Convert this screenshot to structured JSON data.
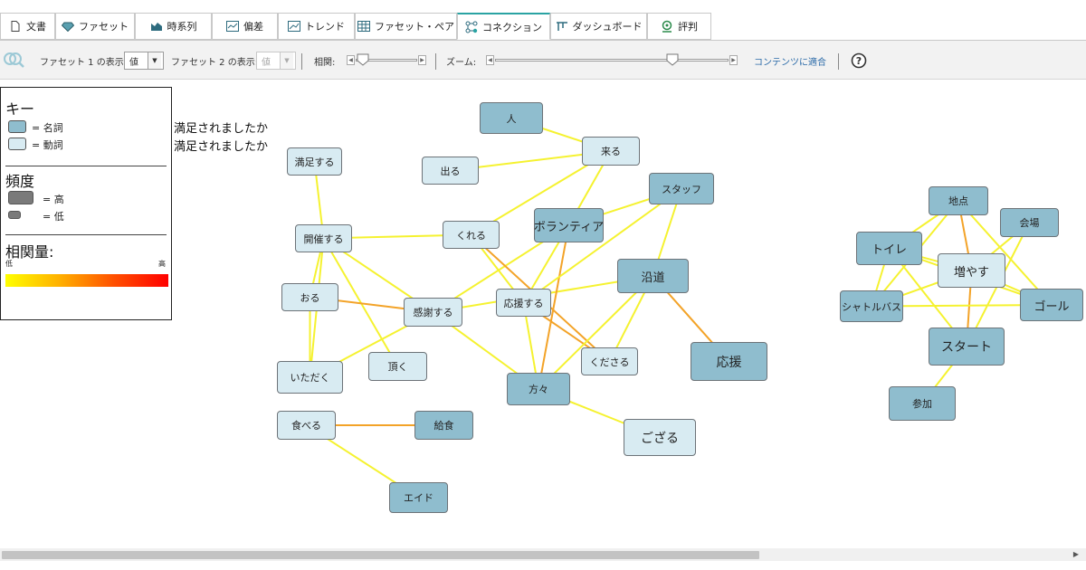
{
  "tabs": [
    {
      "label": "文書",
      "icon": "document-icon"
    },
    {
      "label": "ファセット",
      "icon": "gem-icon"
    },
    {
      "label": "時系列",
      "icon": "area-chart-icon"
    },
    {
      "label": "偏差",
      "icon": "deviation-chart-icon"
    },
    {
      "label": "トレンド",
      "icon": "trend-chart-icon"
    },
    {
      "label": "ファセット・ペア",
      "icon": "grid-table-icon"
    },
    {
      "label": "コネクション",
      "icon": "connection-icon"
    },
    {
      "label": "ダッシュボード",
      "icon": "dashboard-icon"
    },
    {
      "label": "評判",
      "icon": "reputation-icon"
    }
  ],
  "active_tab": "コネクション",
  "toolbar": {
    "facet1_label": "ファセット 1 の表示:",
    "facet1_value": "値",
    "facet2_label": "ファセット 2 の表示:",
    "facet2_value": "値",
    "correlation_label": "相関:",
    "correlation_level": 0.12,
    "zoom_label": "ズーム:",
    "zoom_level": 0.76,
    "fit_link": "コンテンツに適合",
    "help": "?"
  },
  "legend": {
    "key_title": "キー",
    "noun_label": "= 名詞",
    "verb_label": "= 動詞",
    "freq_title": "頻度",
    "high_label": "= 高",
    "low_label": "= 低",
    "corr_title": "相関量:",
    "corr_low": "低",
    "corr_high": "高",
    "colors": {
      "noun": "#8fbdce",
      "verb": "#d8ebf2",
      "low": "#ffff00",
      "high": "#ff0000"
    }
  },
  "annotations": [
    "満足されましたか",
    "満足されましたか"
  ],
  "edge_colors": {
    "yellow": "#f5f230",
    "orange": "#f3a328"
  },
  "nodes": [
    {
      "id": "hito",
      "label": "人",
      "type": "noun"
    },
    {
      "id": "kuru",
      "label": "来る",
      "type": "verb"
    },
    {
      "id": "deru",
      "label": "出る",
      "type": "verb"
    },
    {
      "id": "manzoku",
      "label": "満足する",
      "type": "verb"
    },
    {
      "id": "staff",
      "label": "スタッフ",
      "type": "noun"
    },
    {
      "id": "volunteer",
      "label": "ボランティア",
      "type": "noun"
    },
    {
      "id": "kureru",
      "label": "くれる",
      "type": "verb"
    },
    {
      "id": "kaisai",
      "label": "開催する",
      "type": "verb"
    },
    {
      "id": "endo",
      "label": "沿道",
      "type": "noun"
    },
    {
      "id": "oru",
      "label": "おる",
      "type": "verb"
    },
    {
      "id": "kansha",
      "label": "感謝する",
      "type": "verb"
    },
    {
      "id": "oen_v",
      "label": "応援する",
      "type": "verb"
    },
    {
      "id": "kudasaru",
      "label": "くださる",
      "type": "verb"
    },
    {
      "id": "oen_n",
      "label": "応援",
      "type": "noun"
    },
    {
      "id": "itadaku",
      "label": "いただく",
      "type": "verb"
    },
    {
      "id": "itadaku2",
      "label": "頂く",
      "type": "verb"
    },
    {
      "id": "katagata",
      "label": "方々",
      "type": "noun"
    },
    {
      "id": "taberu",
      "label": "食べる",
      "type": "verb"
    },
    {
      "id": "kyushoku",
      "label": "給食",
      "type": "noun"
    },
    {
      "id": "gozaru",
      "label": "ござる",
      "type": "verb"
    },
    {
      "id": "aid",
      "label": "エイド",
      "type": "noun"
    },
    {
      "id": "chiten",
      "label": "地点",
      "type": "noun"
    },
    {
      "id": "kaijo",
      "label": "会場",
      "type": "noun"
    },
    {
      "id": "toilet",
      "label": "トイレ",
      "type": "noun"
    },
    {
      "id": "fuyasu",
      "label": "増やす",
      "type": "verb"
    },
    {
      "id": "shuttle",
      "label": "シャトルバス",
      "type": "noun"
    },
    {
      "id": "goal",
      "label": "ゴール",
      "type": "noun"
    },
    {
      "id": "start",
      "label": "スタート",
      "type": "noun"
    },
    {
      "id": "sanka",
      "label": "参加",
      "type": "noun"
    }
  ],
  "edges": [
    [
      "hito",
      "kuru",
      "yellow"
    ],
    [
      "deru",
      "kuru",
      "yellow"
    ],
    [
      "kuru",
      "kureru",
      "yellow"
    ],
    [
      "kuru",
      "volunteer",
      "yellow"
    ],
    [
      "manzoku",
      "kaisai",
      "yellow"
    ],
    [
      "kaisai",
      "kureru",
      "yellow"
    ],
    [
      "kaisai",
      "oru",
      "yellow"
    ],
    [
      "kaisai",
      "kansha",
      "yellow"
    ],
    [
      "kaisai",
      "itadaku2",
      "yellow"
    ],
    [
      "kaisai",
      "itadaku",
      "yellow"
    ],
    [
      "oru",
      "kansha",
      "orange"
    ],
    [
      "oru",
      "itadaku",
      "yellow"
    ],
    [
      "kansha",
      "volunteer",
      "yellow"
    ],
    [
      "kansha",
      "itadaku",
      "yellow"
    ],
    [
      "kansha",
      "katagata",
      "yellow"
    ],
    [
      "kansha",
      "endo",
      "yellow"
    ],
    [
      "kureru",
      "kudasaru",
      "orange"
    ],
    [
      "kureru",
      "oen_v",
      "yellow"
    ],
    [
      "volunteer",
      "oen_v",
      "yellow"
    ],
    [
      "volunteer",
      "katagata",
      "orange"
    ],
    [
      "staff",
      "volunteer",
      "yellow"
    ],
    [
      "staff",
      "endo",
      "yellow"
    ],
    [
      "staff",
      "oen_v",
      "yellow"
    ],
    [
      "oen_v",
      "katagata",
      "yellow"
    ],
    [
      "oen_v",
      "kudasaru",
      "orange"
    ],
    [
      "endo",
      "katagata",
      "yellow"
    ],
    [
      "endo",
      "kudasaru",
      "yellow"
    ],
    [
      "endo",
      "oen_n",
      "orange"
    ],
    [
      "katagata",
      "gozaru",
      "yellow"
    ],
    [
      "taberu",
      "kyushoku",
      "orange"
    ],
    [
      "taberu",
      "aid",
      "yellow"
    ],
    [
      "chiten",
      "toilet",
      "yellow"
    ],
    [
      "chiten",
      "fuyasu",
      "orange"
    ],
    [
      "chiten",
      "goal",
      "yellow"
    ],
    [
      "chiten",
      "shuttle",
      "yellow"
    ],
    [
      "kaijo",
      "fuyasu",
      "yellow"
    ],
    [
      "kaijo",
      "start",
      "yellow"
    ],
    [
      "toilet",
      "fuyasu",
      "yellow"
    ],
    [
      "toilet",
      "goal",
      "yellow"
    ],
    [
      "toilet",
      "start",
      "yellow"
    ],
    [
      "toilet",
      "shuttle",
      "yellow"
    ],
    [
      "fuyasu",
      "start",
      "orange"
    ],
    [
      "fuyasu",
      "shuttle",
      "yellow"
    ],
    [
      "fuyasu",
      "goal",
      "yellow"
    ],
    [
      "shuttle",
      "goal",
      "yellow"
    ],
    [
      "start",
      "sanka",
      "yellow"
    ]
  ],
  "scrollbar": {
    "position": 0.7
  }
}
